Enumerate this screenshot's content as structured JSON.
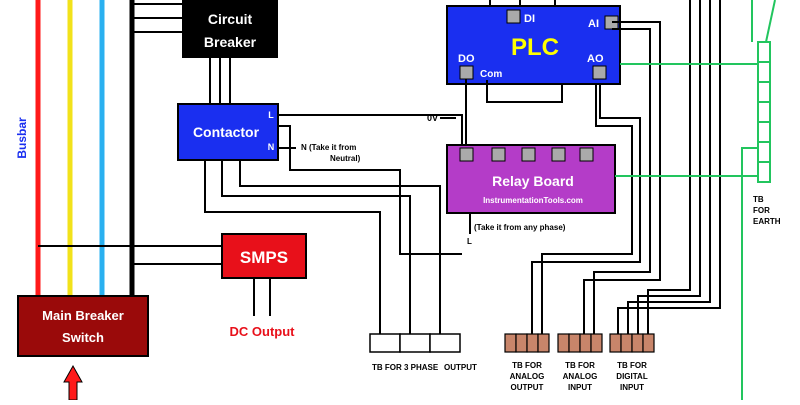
{
  "labels": {
    "busbar": "Busbar",
    "circuit_breaker_line1": "Circuit",
    "circuit_breaker_line2": "Breaker",
    "plc": "PLC",
    "plc_di": "DI",
    "plc_ai": "AI",
    "plc_do": "DO",
    "plc_ao": "AO",
    "plc_com": "Com",
    "contactor": "Contactor",
    "contactor_l": "L",
    "contactor_n": "N",
    "neutral_note_line1": "N (Take it from",
    "neutral_note_line2": "Neutral)",
    "zero_v": "0V",
    "relay_board": "Relay Board",
    "website": "InstrumentationTools.com",
    "phase_note": "(Take it from any phase)",
    "relay_l": "L",
    "smps": "SMPS",
    "dc_output": "DC Output",
    "main_breaker_line1": "Main Breaker",
    "main_breaker_line2": "Switch",
    "tb_3phase": "TB FOR 3 PHASE",
    "tb_output": "OUTPUT",
    "tb_analog_output_1": "TB FOR",
    "tb_analog_output_2": "ANALOG",
    "tb_analog_output_3": "OUTPUT",
    "tb_analog_input_1": "TB FOR",
    "tb_analog_input_2": "ANALOG",
    "tb_analog_input_3": "INPUT",
    "tb_digital_input_1": "TB FOR",
    "tb_digital_input_2": "DIGITAL",
    "tb_digital_input_3": "INPUT",
    "tb_earth_1": "TB",
    "tb_earth_2": "FOR",
    "tb_earth_3": "EARTH"
  },
  "colors": {
    "phase_red": "#ff1a1a",
    "phase_yellow": "#f2e21a",
    "phase_blue": "#2ab0f0",
    "earth_green": "#22c55e",
    "plc_blue": "#1a2ff0",
    "relay_purple": "#b43cc8",
    "smps_red": "#e8101a",
    "main_breaker_red": "#9a0a0a",
    "terminal_brown": "#c8856a"
  }
}
